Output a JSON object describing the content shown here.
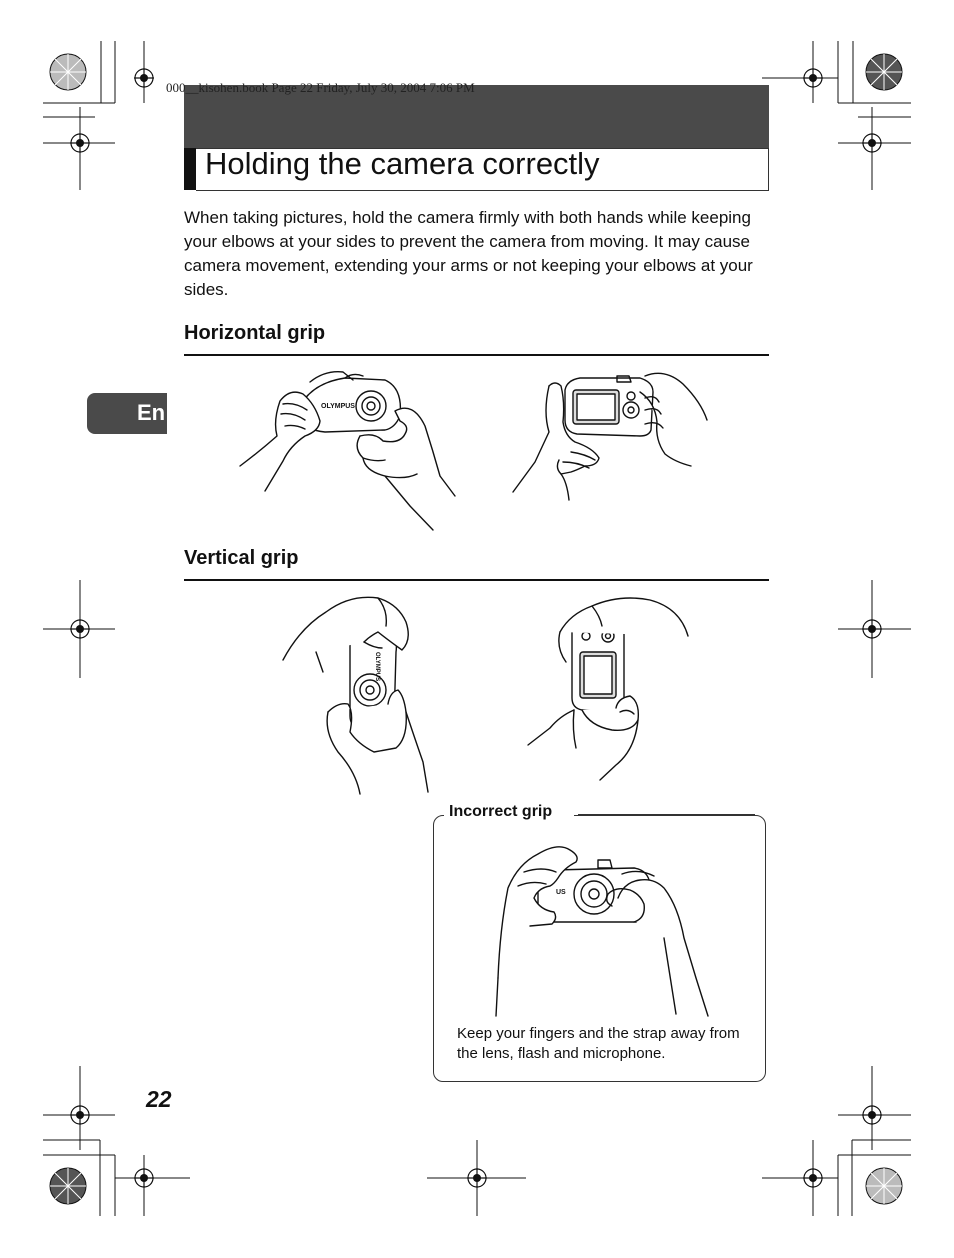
{
  "header": {
    "file_info": "000__kisohen.book  Page 22  Friday, July 30, 2004  7:06 PM"
  },
  "page": {
    "title": "Holding the camera correctly",
    "intro": "When taking pictures, hold the camera firmly with both hands while keeping your elbows at your sides to prevent the camera from moving. It may cause camera movement, extending your arms or not keeping your elbows at your sides.",
    "language_tab": "En",
    "page_number": "22"
  },
  "sections": {
    "horizontal": {
      "heading": "Horizontal grip"
    },
    "vertical": {
      "heading": "Vertical grip"
    }
  },
  "callout": {
    "title": "Incorrect grip",
    "text": "Keep your fingers and the strap away from the lens, flash and microphone."
  },
  "illustrations": {
    "camera_brand": "OLYMPUS",
    "camera_brand_short": "US"
  },
  "colors": {
    "title_band": "#4a4a4a",
    "tab": "#4a4a4a",
    "ink": "#111111"
  }
}
